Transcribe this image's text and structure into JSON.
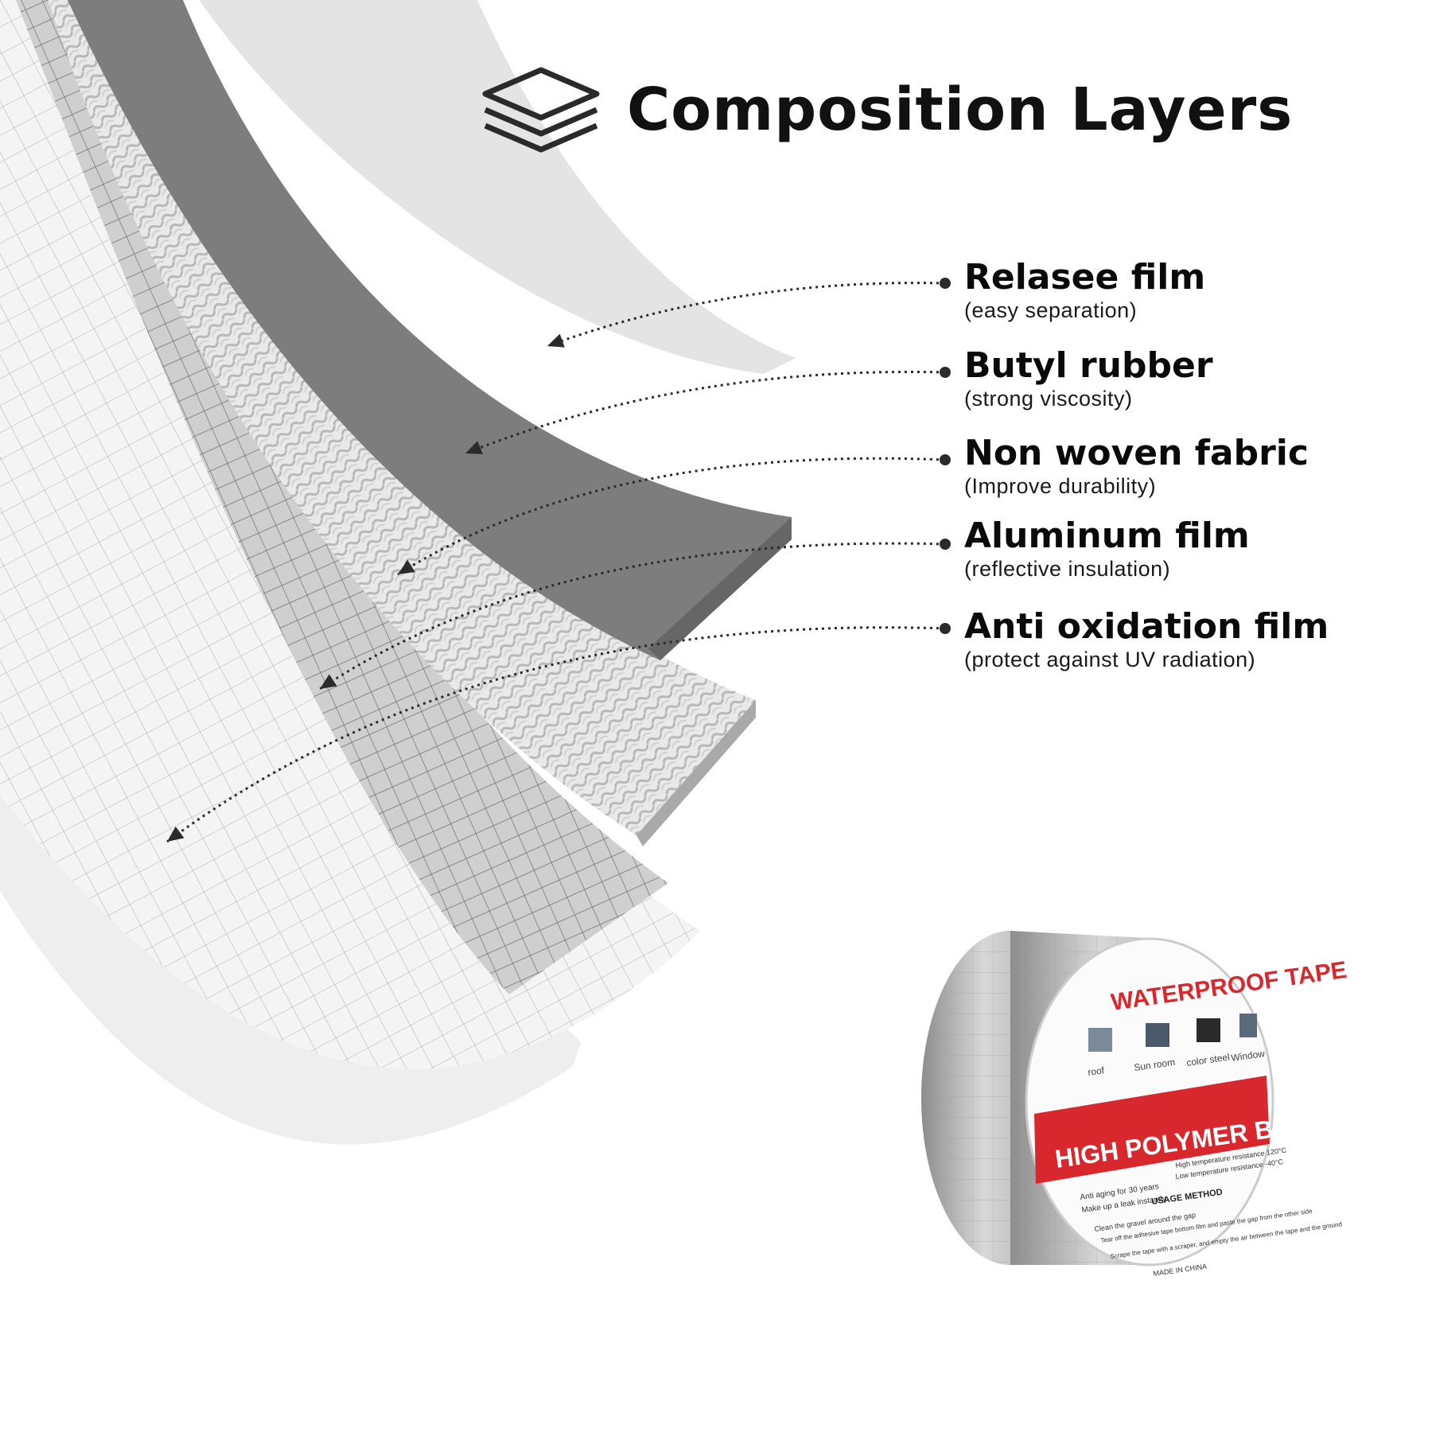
{
  "header": {
    "title": "Composition Layers",
    "icon": "layers-icon"
  },
  "layers": [
    {
      "name": "Relasee film",
      "description": "(easy separation)"
    },
    {
      "name": "Butyl rubber",
      "description": "(strong viscosity)"
    },
    {
      "name": "Non woven fabric",
      "description": "(Improve durability)"
    },
    {
      "name": "Aluminum film",
      "description": "(reflective insulation)"
    },
    {
      "name": "Anti oxidation film",
      "description": "(protect against UV radiation)"
    }
  ],
  "product": {
    "brand_text": "WATERPROOF TAPE",
    "band_text": "HIGH POLYMER BUTYL RUBBER",
    "applications": [
      "roof",
      "Sun room",
      "color steel",
      "Window"
    ],
    "features": [
      "Anti aging for 30 years",
      "Make up a leak instantly",
      "High temperature resistance 120°C",
      "Low temperature resistance -40°C"
    ],
    "usage_title": "USAGE METHOD",
    "usage_steps": [
      "Clean the gravel around the gap",
      "Tear off the adhesive tape bottom film and paste the gap from the other side",
      "Scrape the tape with a scraper, and empty the air between the tape and the ground"
    ],
    "origin": "MADE IN CHINA"
  },
  "colors": {
    "accent_red": "#d9272e",
    "butyl_gray": "#7d7d7d",
    "release_film": "#e4e4e4",
    "text": "#111111"
  }
}
